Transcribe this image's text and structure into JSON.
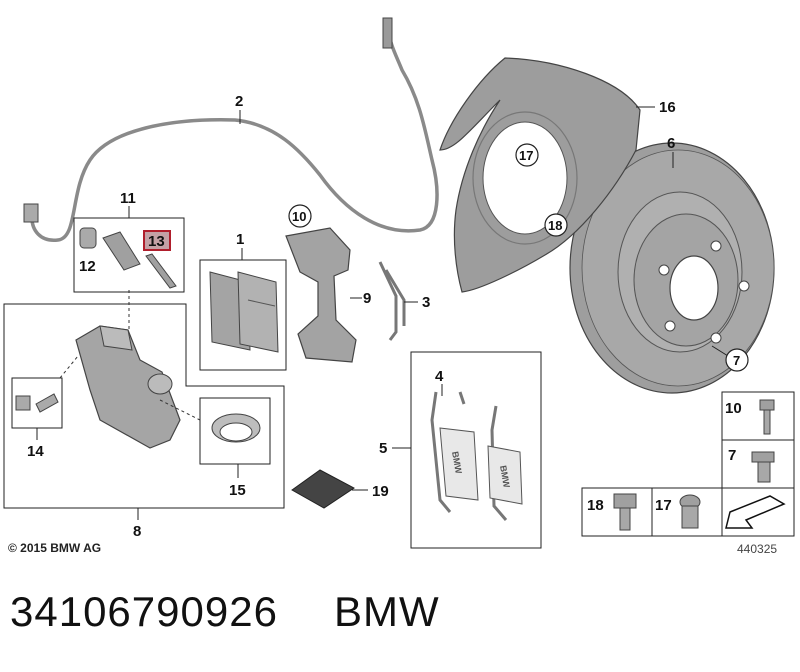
{
  "labels": {
    "l1": "1",
    "l2": "2",
    "l3": "3",
    "l4": "4",
    "l5": "5",
    "l6": "6",
    "l7": "7",
    "l8": "8",
    "l9": "9",
    "l10": "10",
    "l11": "11",
    "l12": "12",
    "l13": "13",
    "l14": "14",
    "l15": "15",
    "l16": "16",
    "l17": "17",
    "l18": "18",
    "l19": "19"
  },
  "legend": {
    "bolt_10": "10",
    "bolt_7": "7",
    "bolt_18": "18",
    "bolt_17": "17"
  },
  "pad_text": "BMW",
  "copyright": "© 2015 BMW AG",
  "image_number": "440325",
  "footer": {
    "part_number": "34106790926",
    "brand": "BMW"
  },
  "colors": {
    "highlight_fill": "#c4a1a6",
    "highlight_border": "#b01e2c",
    "part_gray": "#9c9c9c"
  }
}
